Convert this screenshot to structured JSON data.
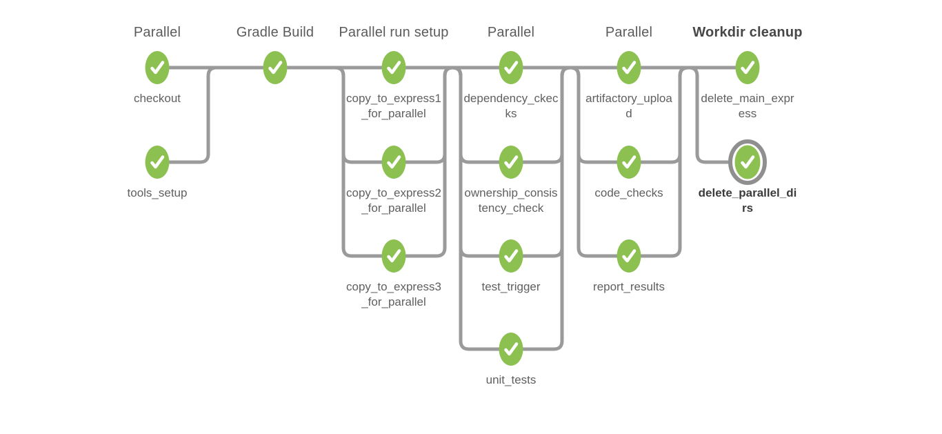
{
  "colors": {
    "success_green": "#8cc152",
    "line_gray": "#9a9a9a",
    "selected_ring_gray": "#8f8f8f",
    "title_text": "#5b5b5b",
    "label_text": "#5f5f5f",
    "check_white": "#ffffff"
  },
  "stages": [
    {
      "title": "Parallel",
      "selected": false,
      "nodes": [
        {
          "label": "checkout",
          "status": "success",
          "selected": false
        },
        {
          "label": "tools_setup",
          "status": "success",
          "selected": false
        }
      ]
    },
    {
      "title": "Gradle Build",
      "selected": false,
      "nodes": [
        {
          "label": "",
          "status": "success",
          "selected": false
        }
      ]
    },
    {
      "title": "Parallel run setup",
      "selected": false,
      "nodes": [
        {
          "label": "copy_to_express1\n_for_parallel",
          "status": "success",
          "selected": false
        },
        {
          "label": "copy_to_express2\n_for_parallel",
          "status": "success",
          "selected": false
        },
        {
          "label": "copy_to_express3\n_for_parallel",
          "status": "success",
          "selected": false
        }
      ]
    },
    {
      "title": "Parallel",
      "selected": false,
      "nodes": [
        {
          "label": "dependency_ckec\nks",
          "status": "success",
          "selected": false
        },
        {
          "label": "ownership_consis\ntency_check",
          "status": "success",
          "selected": false
        },
        {
          "label": "test_trigger",
          "status": "success",
          "selected": false
        },
        {
          "label": "unit_tests",
          "status": "success",
          "selected": false
        }
      ]
    },
    {
      "title": "Parallel",
      "selected": false,
      "nodes": [
        {
          "label": "artifactory_uploa\nd",
          "status": "success",
          "selected": false
        },
        {
          "label": "code_checks",
          "status": "success",
          "selected": false
        },
        {
          "label": "report_results",
          "status": "success",
          "selected": false
        }
      ]
    },
    {
      "title": "Workdir cleanup",
      "selected": true,
      "nodes": [
        {
          "label": "delete_main_expr\ness",
          "status": "success",
          "selected": false
        },
        {
          "label": "delete_parallel_di\nrs",
          "status": "success",
          "selected": true
        }
      ]
    }
  ]
}
